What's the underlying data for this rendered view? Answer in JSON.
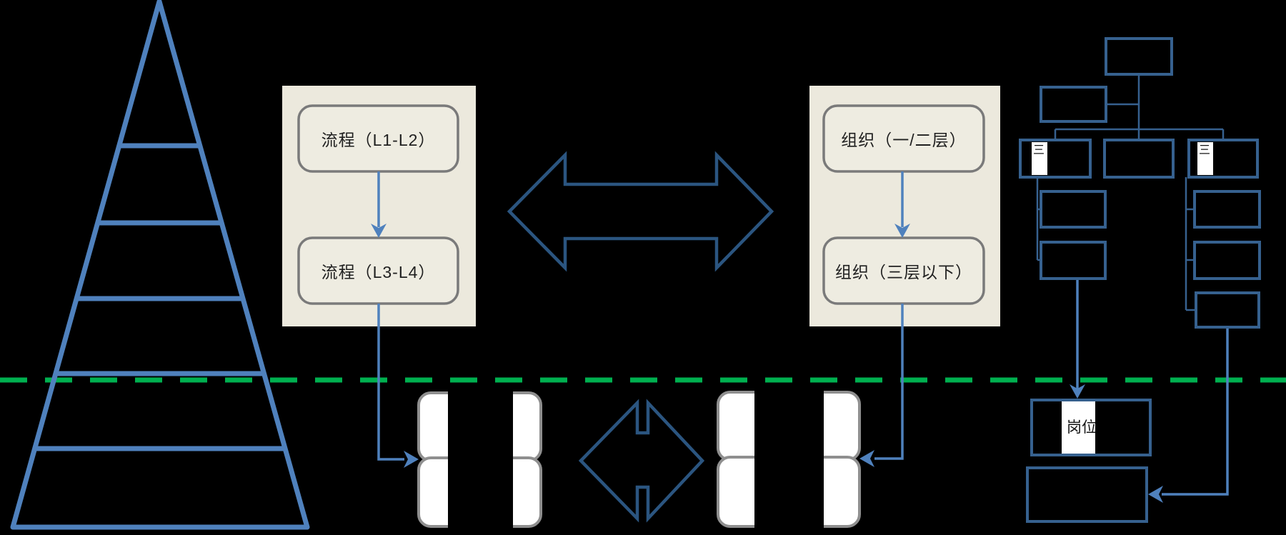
{
  "diagram": {
    "description_visible": false,
    "process_panel": {
      "top_box": "流程（L1-L2）",
      "bottom_box": "流程（L3-L4）"
    },
    "org_panel": {
      "top_box": "组织（一/二层）",
      "bottom_box": "组织（三层以下）"
    },
    "bottom_right": {
      "position_box": "岗位"
    },
    "org_chart": {
      "fragment_label": "三"
    },
    "pyramid": {
      "levels": 6
    },
    "divider": {
      "style": "dashed",
      "color": "#00b050"
    },
    "colors": {
      "background": "#000000",
      "panel_beige": "#ece9dd",
      "rounded_box_fill": "#eeece1",
      "rounded_box_border": "#7a7a7a",
      "light_blue_connector": "#4f81bd",
      "dark_blue_arrow": "#2b5580",
      "org_box_blue": "#36618f",
      "stack_border_gray": "#8f8f8f",
      "stack_fill": "#ffffff",
      "text": "#1f1f1f"
    }
  }
}
